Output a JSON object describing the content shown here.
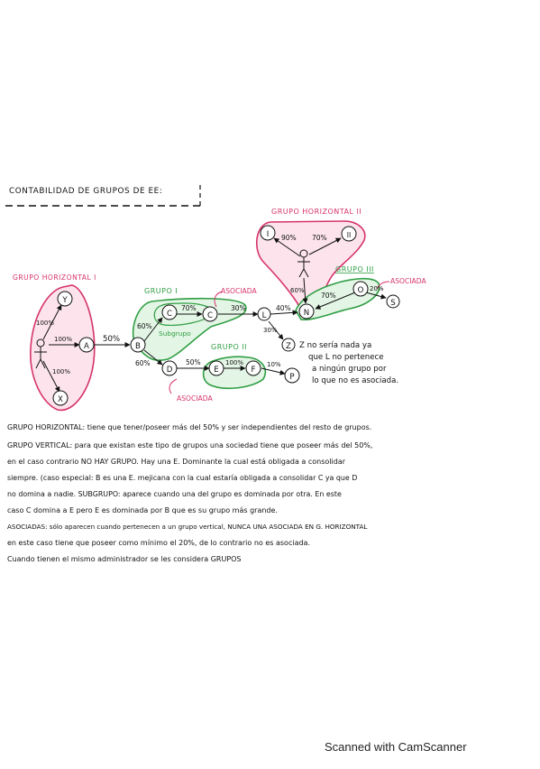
{
  "header": {
    "title": "CONTABILIDAD DE GRUPOS DE EE:"
  },
  "colors": {
    "ink": "#111111",
    "pink": "#d6336c",
    "green": "#2f9e44",
    "pink_fill": "#f7c6d4",
    "green_fill": "#cdeccf"
  },
  "diagram": {
    "titles": {
      "grupo_horizontal_1": "GRUPO HORIZONTAL I",
      "grupo_horizontal_2": "GRUPO HORIZONTAL II",
      "grupo_1": "GRUPO I",
      "grupo_2": "GRUPO II",
      "grupo_3": "GRUPO III",
      "subgrupo": "Subgrupo",
      "asociada": "ASOCIADA"
    },
    "nodes": {
      "Y": "Y",
      "X": "X",
      "A": "A",
      "B": "B",
      "C": "C",
      "C2": "C",
      "D": "D",
      "E": "E",
      "F": "F",
      "P": "P",
      "L": "L",
      "N": "N",
      "Z": "Z",
      "O": "O",
      "S": "S",
      "I": "I",
      "II": "II"
    },
    "edge_labels": {
      "p100_y": "100%",
      "p100_a": "100%",
      "p100_x": "100%",
      "p50_ab": "50%",
      "p60_bc": "60%",
      "p70_cc": "70%",
      "p30_cl": "30%",
      "p40_ln": "40%",
      "p30_lz": "30%",
      "p60_bd": "60%",
      "p50_de": "50%",
      "p100_ef": "100%",
      "p10_fp": "10%",
      "p60_n": "60%",
      "p70_on": "70%",
      "p20_os": "20%",
      "p90_i": "90%",
      "p70_ii": "70%"
    },
    "annotation_z": [
      "Z no sería nada ya",
      "que L no pertenece",
      "a ningún grupo por",
      "lo que no es asociada."
    ]
  },
  "notes": [
    "GRUPO HORIZONTAL: tiene que tener/poseer más del 50% y ser independientes del resto de grupos.",
    "GRUPO VERTICAL: para que existan este tipo de grupos una sociedad tiene que poseer más del 50%,",
    "en el caso contrario NO HAY GRUPO. Hay una E. Dominante la cual está obligada a consolidar",
    "siempre. (caso especial: B es una E. mejicana con la cual estaría obligada a consolidar C ya que D",
    "no domina a nadie. SUBGRUPO: aparece cuando una del grupo es dominada por otra. En este",
    "caso C domina a E pero E es dominada por B que es su grupo más grande.",
    "ASOCIADAS: sólo aparecen cuando pertenecen a un grupo vertical, NUNCA UNA ASOCIADA EN G. HORIZONTAL",
    "en este caso tiene que poseer como mínimo el 20%, de lo contrario no es asociada.",
    "Cuando tienen el mismo administrador se les considera GRUPOS"
  ],
  "footer": {
    "text": "Scanned with CamScanner"
  }
}
